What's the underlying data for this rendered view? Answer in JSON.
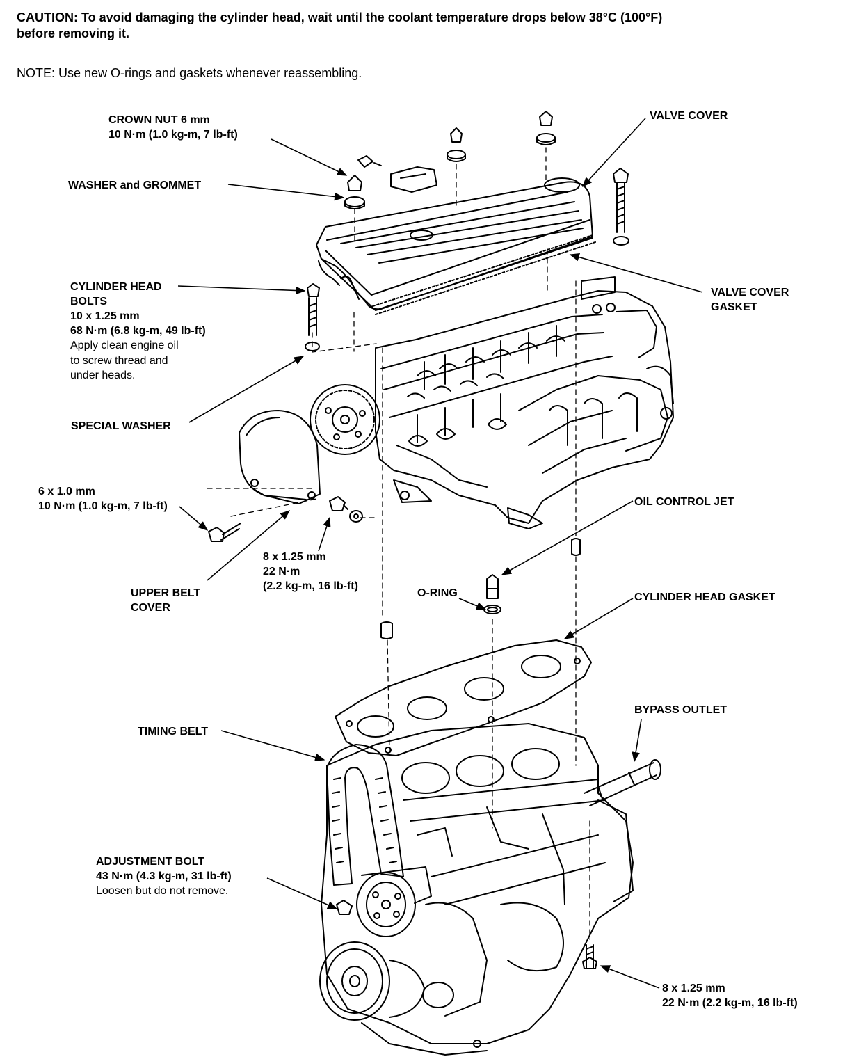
{
  "caution": {
    "line1": "CAUTION: To avoid damaging the cylinder head, wait until the coolant temperature drops below 38°C (100°F)",
    "line2": "before removing it."
  },
  "note": "NOTE: Use new O-rings and gaskets whenever reassembling.",
  "labels": {
    "crown_nut": [
      "CROWN NUT 6 mm",
      "10 N·m (1.0 kg-m, 7 lb-ft)"
    ],
    "washer_grommet": "WASHER and GROMMET",
    "valve_cover": "VALVE COVER",
    "valve_cover_gasket": [
      "VALVE COVER",
      "GASKET"
    ],
    "cylinder_head_bolts": [
      "CYLINDER HEAD",
      "BOLTS",
      "10 x 1.25 mm",
      "68 N·m (6.8 kg-m, 49 lb-ft)"
    ],
    "cylinder_head_bolts_note": [
      "Apply clean engine oil",
      "to screw thread and",
      "under heads."
    ],
    "special_washer": "SPECIAL WASHER",
    "bolt_6mm": [
      "6 x 1.0 mm",
      "10 N·m (1.0 kg-m, 7 lb-ft)"
    ],
    "bolt_8mm_upper": [
      "8 x 1.25 mm",
      "22 N·m",
      "(2.2 kg-m, 16 lb-ft)"
    ],
    "upper_belt_cover": [
      "UPPER BELT",
      "COVER"
    ],
    "oil_control_jet": "OIL CONTROL JET",
    "o_ring": "O-RING",
    "cylinder_head_gasket": "CYLINDER HEAD GASKET",
    "bypass_outlet": "BYPASS OUTLET",
    "timing_belt": "TIMING BELT",
    "adjustment_bolt": [
      "ADJUSTMENT BOLT",
      "43 N·m (4.3 kg-m, 31 lb-ft)"
    ],
    "adjustment_bolt_note": "Loosen but do not remove.",
    "bolt_8mm_lower": [
      "8 x 1.25 mm",
      "22 N·m (2.2 kg-m, 16 lb-ft)"
    ]
  }
}
